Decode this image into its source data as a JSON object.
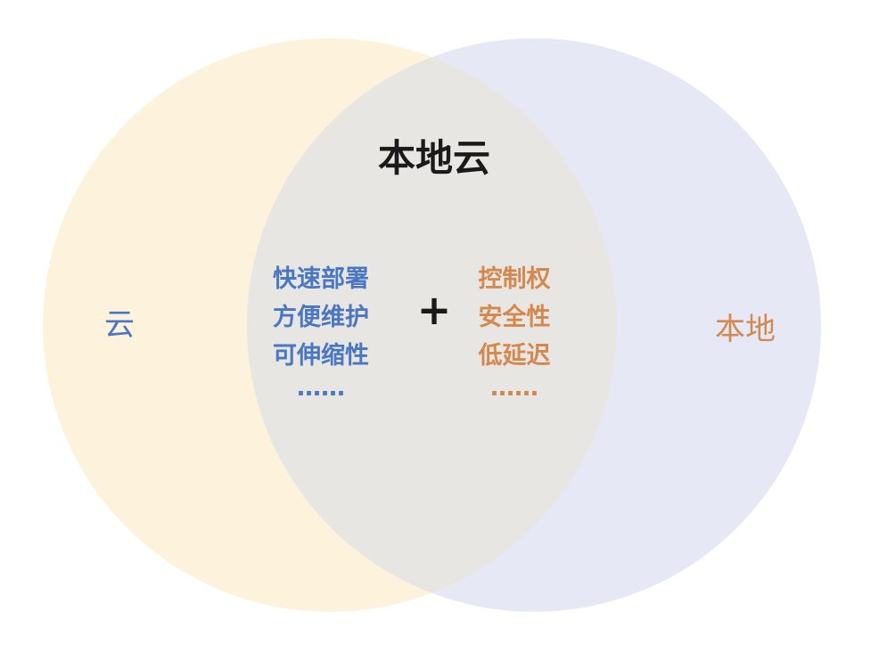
{
  "diagram": {
    "title": "本地云",
    "left": {
      "label": "云",
      "items": [
        "快速部署",
        "方便维护",
        "可伸缩性",
        "……"
      ]
    },
    "right": {
      "label": "本地",
      "items": [
        "控制权",
        "安全性",
        "低延迟",
        "……"
      ]
    },
    "operator": "+"
  },
  "colors": {
    "left_circle": "#fdf3dc",
    "right_circle": "#e6e8f6",
    "overlap": "#e8e6e3",
    "left_text": "#4a77c4",
    "right_text": "#d4884e",
    "title_text": "#1a1a1a"
  }
}
